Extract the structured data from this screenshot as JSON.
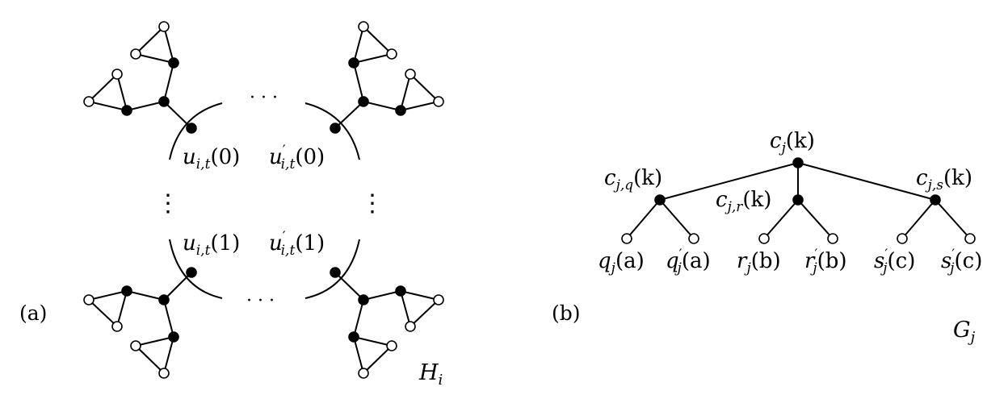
{
  "panel_a": {
    "label": "(a)",
    "graph_name": "H",
    "graph_name_sub": "i",
    "labels": {
      "u0": {
        "base": "u",
        "sub": "i,t",
        "arg": "(0)"
      },
      "up0": {
        "base": "u",
        "prime": "′",
        "sub": "i,t",
        "arg": "(0)"
      },
      "u1": {
        "base": "u",
        "sub": "i,t",
        "arg": "(1)"
      },
      "up1": {
        "base": "u",
        "prime": "′",
        "sub": "i,t",
        "arg": "(1)"
      }
    },
    "ellipsis": "· · ·",
    "vdots": "⋮"
  },
  "panel_b": {
    "label": "(b)",
    "graph_name": "G",
    "graph_name_sub": "j",
    "labels": {
      "root": {
        "base": "c",
        "sub": "j",
        "arg": "(k)"
      },
      "cq": {
        "base": "c",
        "sub": "j,q",
        "arg": "(k)"
      },
      "cr": {
        "base": "c",
        "sub": "j,r",
        "arg": "(k)"
      },
      "cs": {
        "base": "c",
        "sub": "j,s",
        "arg": "(k)"
      },
      "l1": {
        "base": "q",
        "sub": "j",
        "arg": "(a)"
      },
      "l2": {
        "base": "q",
        "prime": "′",
        "sub": "j",
        "arg": "(a)"
      },
      "l3": {
        "base": "r",
        "sub": "j",
        "arg": "(b)"
      },
      "l4": {
        "base": "r",
        "prime": "′",
        "sub": "j",
        "arg": "(b)"
      },
      "l5": {
        "base": "s",
        "prime": "′",
        "sub": "j",
        "arg": "(c)"
      },
      "l6": {
        "base": "s",
        "prime": "′",
        "sub": "j",
        "arg": "(c)"
      }
    }
  },
  "colors": {
    "stroke": "#000000",
    "filled": "#000000",
    "hollow": "#ffffff"
  }
}
